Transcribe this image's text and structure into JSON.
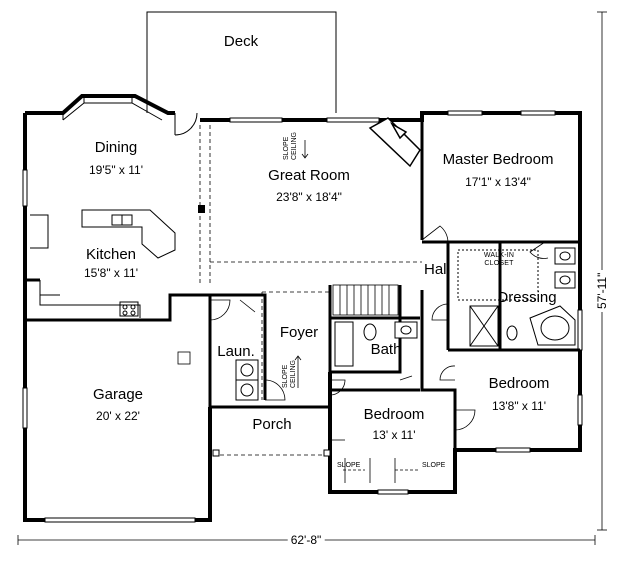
{
  "rooms": {
    "deck": {
      "name": "Deck"
    },
    "dining": {
      "name": "Dining",
      "size": "19'5\" x 11'"
    },
    "great_room": {
      "name": "Great Room",
      "size": "23'8\" x 18'4\""
    },
    "master_bedroom": {
      "name": "Master Bedroom",
      "size": "17'1\" x 13'4\""
    },
    "kitchen": {
      "name": "Kitchen",
      "size": "15'8\" x 11'"
    },
    "hall": {
      "name": "Hall"
    },
    "dressing": {
      "name": "Dressing"
    },
    "walk_in_closet": {
      "line1": "WALK-IN",
      "line2": "CLOSET"
    },
    "foyer": {
      "name": "Foyer"
    },
    "laundry": {
      "name": "Laun."
    },
    "bath": {
      "name": "Bath"
    },
    "garage": {
      "name": "Garage",
      "size": "20' x 22'"
    },
    "bedroom_right": {
      "name": "Bedroom",
      "size": "13'8\" x 11'"
    },
    "bedroom_center": {
      "name": "Bedroom",
      "size": "13' x 11'"
    },
    "porch": {
      "name": "Porch"
    }
  },
  "annotations": {
    "slope_ceiling_great": {
      "line1": "SLOPE",
      "line2": "CEILING"
    },
    "slope_ceiling_foyer": {
      "line1": "SLOPE",
      "line2": "CEILING"
    },
    "slope_left": "SLOPE",
    "slope_right": "SLOPE"
  },
  "dimensions": {
    "width": "62'-8\"",
    "depth": "57'-11\""
  }
}
